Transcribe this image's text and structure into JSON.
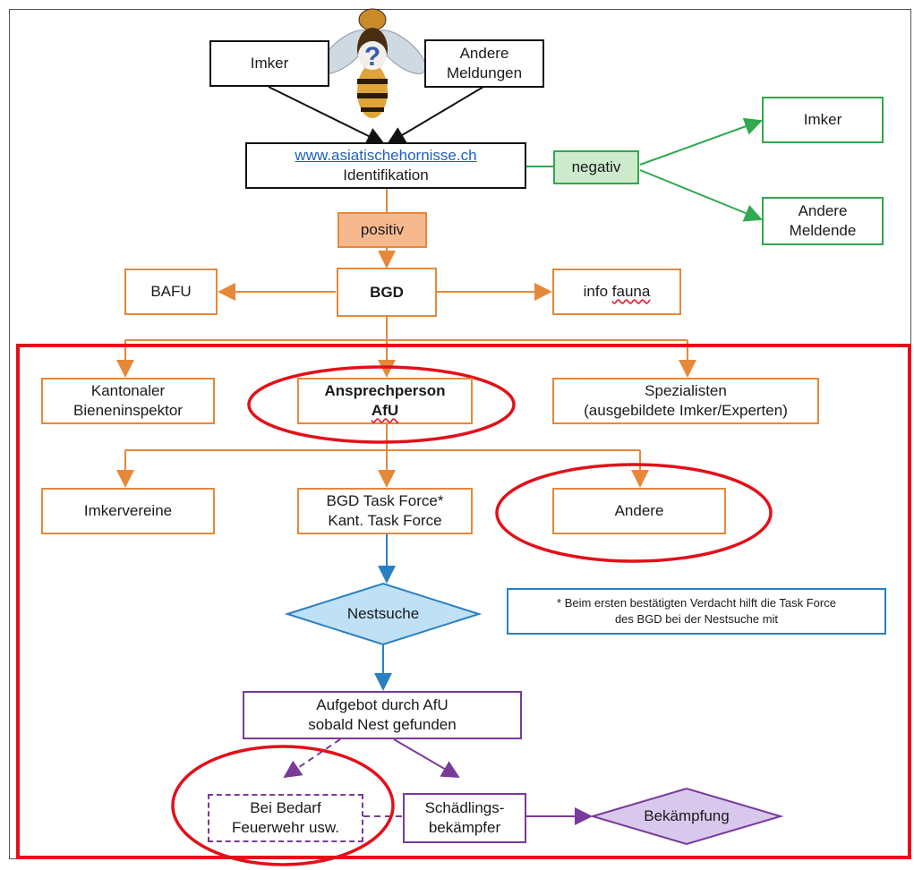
{
  "boxes": {
    "imker_top": "Imker",
    "andere_meldungen_1": "Andere",
    "andere_meldungen_2": "Meldungen",
    "website": "www.asiatischehornisse.ch",
    "identifikation": "Identifikation",
    "negativ": "negativ",
    "imker_right": "Imker",
    "andere_meldende_1": "Andere",
    "andere_meldende_2": "Meldende",
    "positiv": "positiv",
    "bafu": "BAFU",
    "bgd": "BGD",
    "info_fauna_1": "info",
    "info_fauna_2": "fauna",
    "kantonaler_1": "Kantonaler",
    "kantonaler_2": "Bieneninspektor",
    "ansprech_1": "Ansprechperson",
    "ansprech_2": "AfU",
    "spezialisten_1": "Spezialisten",
    "spezialisten_2": "(ausgebildete Imker/Experten)",
    "imkervereine": "Imkervereine",
    "taskforce_1": "BGD Task Force*",
    "taskforce_2": "Kant. Task Force",
    "andere": "Andere",
    "nestsuche": "Nestsuche",
    "note_1": "* Beim ersten bestätigten Verdacht hilft die Task Force",
    "note_2": "des BGD bei der Nestsuche mit",
    "aufgebot_1": "Aufgebot durch AfU",
    "aufgebot_2": "sobald Nest gefunden",
    "bedarf_1": "Bei Bedarf",
    "bedarf_2": "Feuerwehr usw.",
    "schaed_1": "Schädlings-",
    "schaed_2": "bekämpfer",
    "bekaempfung": "Bekämpfung"
  },
  "icons": {
    "hornet": "hornet-with-question-mark-icon"
  },
  "colors": {
    "black": "#111111",
    "orange": "#e6883a",
    "orange_fill": "#f6b98e",
    "green": "#2fa84f",
    "green_fill": "#cdeacd",
    "blue": "#2a7fc1",
    "blue_fill": "#bfe0f5",
    "purple": "#7a3a9a",
    "purple_fill": "#d9c8ee",
    "highlight_red": "#e3101a",
    "link": "#1f5fbf"
  }
}
